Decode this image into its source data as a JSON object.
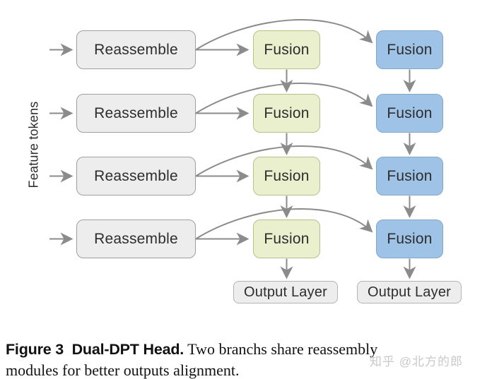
{
  "diagram": {
    "feature_tokens_label": "Feature tokens",
    "rows": [
      {
        "reassemble": "Reassemble",
        "fusion_mid": "Fusion",
        "fusion_right": "Fusion"
      },
      {
        "reassemble": "Reassemble",
        "fusion_mid": "Fusion",
        "fusion_right": "Fusion"
      },
      {
        "reassemble": "Reassemble",
        "fusion_mid": "Fusion",
        "fusion_right": "Fusion"
      },
      {
        "reassemble": "Reassemble",
        "fusion_mid": "Fusion",
        "fusion_right": "Fusion"
      }
    ],
    "outputs": {
      "left": "Output Layer",
      "right": "Output Layer"
    },
    "colors": {
      "reassemble_fill": "#ededed",
      "reassemble_border": "#9f9f9f",
      "fusion_mid_fill": "#eaf0ce",
      "fusion_mid_border": "#b4c18e",
      "fusion_right_fill": "#9fc3e7",
      "fusion_right_border": "#84a7c9",
      "output_fill": "#ededed",
      "arrow": "#8b8b8b",
      "text": "#2d2d2d"
    }
  },
  "caption": {
    "heading": "Figure 3  Dual-DPT Head.",
    "body_line1": "Two branchs share reassembly",
    "body_line2": "modules for better outputs alignment."
  },
  "watermark": "知乎 @北方的郎"
}
